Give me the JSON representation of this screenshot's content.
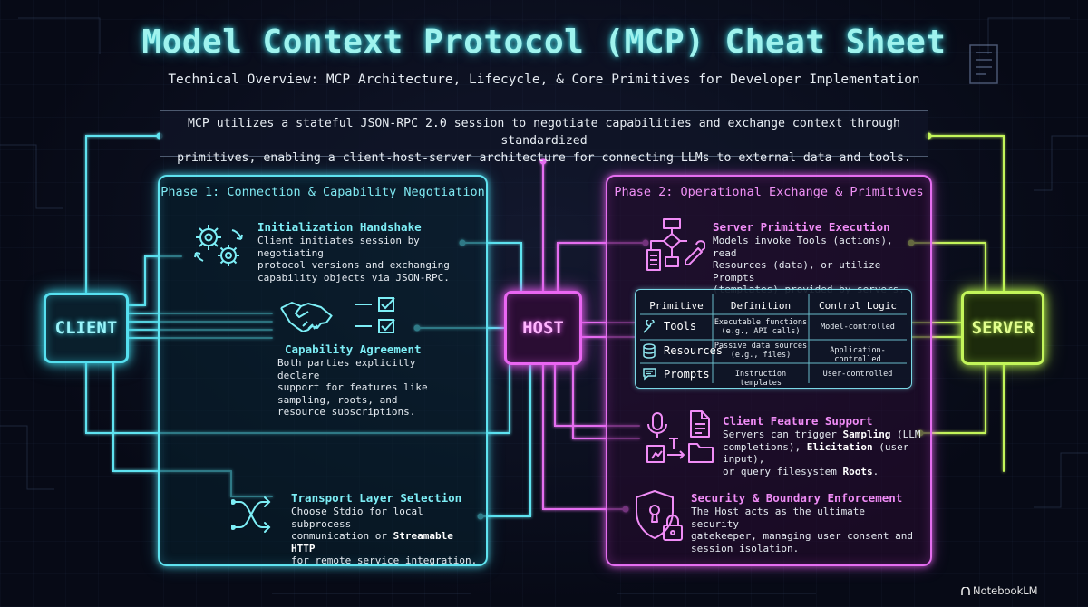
{
  "title": "Model Context Protocol (MCP) Cheat Sheet",
  "subtitle": "Technical Overview: MCP Architecture, Lifecycle, & Core Primitives for Developer Implementation",
  "intro": {
    "line1": "MCP utilizes a stateful JSON-RPC 2.0 session to negotiate capabilities and exchange context through standardized",
    "line2": "primitives, enabling a client-host-server architecture for connecting LLMs to external data and tools."
  },
  "nodes": {
    "client": "CLIENT",
    "host": "HOST",
    "server": "SERVER"
  },
  "phase1": {
    "title": "Phase 1: Connection & Capability Negotiation",
    "handshake": {
      "title": "Initialization Handshake",
      "lines": [
        "Client initiates session by negotiating",
        "protocol versions and exchanging",
        "capability objects via JSON-RPC."
      ]
    },
    "agreement": {
      "title": "Capability Agreement",
      "lines": [
        "Both parties explicitly declare",
        "support for features like",
        "sampling, roots, and",
        "resource subscriptions."
      ]
    },
    "transport": {
      "title": "Transport Layer Selection",
      "line1": "Choose Stdio for local subprocess",
      "line2": "communication or ",
      "line2_bold": "Streamable HTTP",
      "line3": "for remote service integration."
    }
  },
  "phase2": {
    "title": "Phase 2: Operational Exchange & Primitives",
    "execution": {
      "title": "Server Primitive Execution",
      "lines": [
        "Models invoke Tools (actions), read",
        "Resources (data), or utilize Prompts",
        "(templates) provided by servers."
      ]
    },
    "table": {
      "headers": [
        "Primitive",
        "Definition",
        "Control Logic"
      ],
      "rows": [
        {
          "name": "Tools",
          "icon": "wrench-icon",
          "def1": "Executable functions",
          "def2": "(e.g., API calls)",
          "control": "Model-controlled"
        },
        {
          "name": "Resources",
          "icon": "database-icon",
          "def1": "Passive data sources",
          "def2": "(e.g., files)",
          "control": "Application-controlled"
        },
        {
          "name": "Prompts",
          "icon": "chat-bubble-icon",
          "def1": "Instruction templates",
          "def2": "",
          "control": "User-controlled"
        }
      ]
    },
    "client_support": {
      "title": "Client Feature Support",
      "l1a": "Servers can trigger ",
      "l1b": "Sampling",
      "l1c": " (LLM",
      "l2a": "completions), ",
      "l2b": "Elicitation",
      "l2c": " (user input),",
      "l3a": "or query filesystem ",
      "l3b": "Roots",
      "l3c": "."
    },
    "security": {
      "title": "Security & Boundary Enforcement",
      "lines": [
        "The Host acts as the ultimate security",
        "gatekeeper, managing user consent and",
        "session isolation."
      ]
    }
  },
  "brand": "NotebookLM",
  "colors": {
    "cyan": "#5fe3f0",
    "magenta": "#e56ef0",
    "lime": "#c3f55a",
    "background": "#070a16"
  }
}
